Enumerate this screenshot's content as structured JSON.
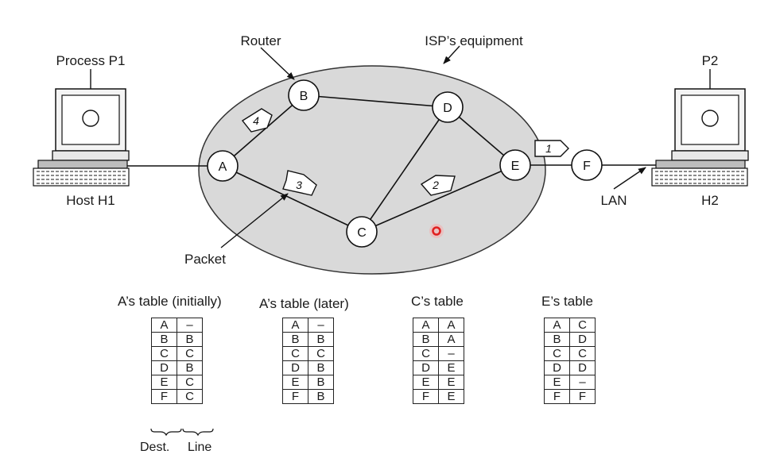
{
  "labels": {
    "process_p1": "Process P1",
    "router": "Router",
    "isp": "ISP’s equipment",
    "p2": "P2",
    "host_h1": "Host H1",
    "lan": "LAN",
    "h2": "H2",
    "packet": "Packet"
  },
  "nodes": {
    "A": "A",
    "B": "B",
    "C": "C",
    "D": "D",
    "E": "E",
    "F": "F"
  },
  "packets": [
    "1",
    "2",
    "3",
    "4"
  ],
  "tables": [
    {
      "title": "A’s table (initially)",
      "rows": [
        [
          "A",
          "–"
        ],
        [
          "B",
          "B"
        ],
        [
          "C",
          "C"
        ],
        [
          "D",
          "B"
        ],
        [
          "E",
          "C"
        ],
        [
          "F",
          "C"
        ]
      ]
    },
    {
      "title": "A’s table (later)",
      "rows": [
        [
          "A",
          "–"
        ],
        [
          "B",
          "B"
        ],
        [
          "C",
          "C"
        ],
        [
          "D",
          "B"
        ],
        [
          "E",
          "B"
        ],
        [
          "F",
          "B"
        ]
      ]
    },
    {
      "title": "C’s table",
      "rows": [
        [
          "A",
          "A"
        ],
        [
          "B",
          "A"
        ],
        [
          "C",
          "–"
        ],
        [
          "D",
          "E"
        ],
        [
          "E",
          "E"
        ],
        [
          "F",
          "E"
        ]
      ]
    },
    {
      "title": "E’s table",
      "rows": [
        [
          "A",
          "C"
        ],
        [
          "B",
          "D"
        ],
        [
          "C",
          "C"
        ],
        [
          "D",
          "D"
        ],
        [
          "E",
          "–"
        ],
        [
          "F",
          "F"
        ]
      ]
    }
  ],
  "column_labels": {
    "dest": "Dest.",
    "line": "Line"
  },
  "colors": {
    "cloud": "#d9d9d9",
    "cursor": "#e02020"
  }
}
